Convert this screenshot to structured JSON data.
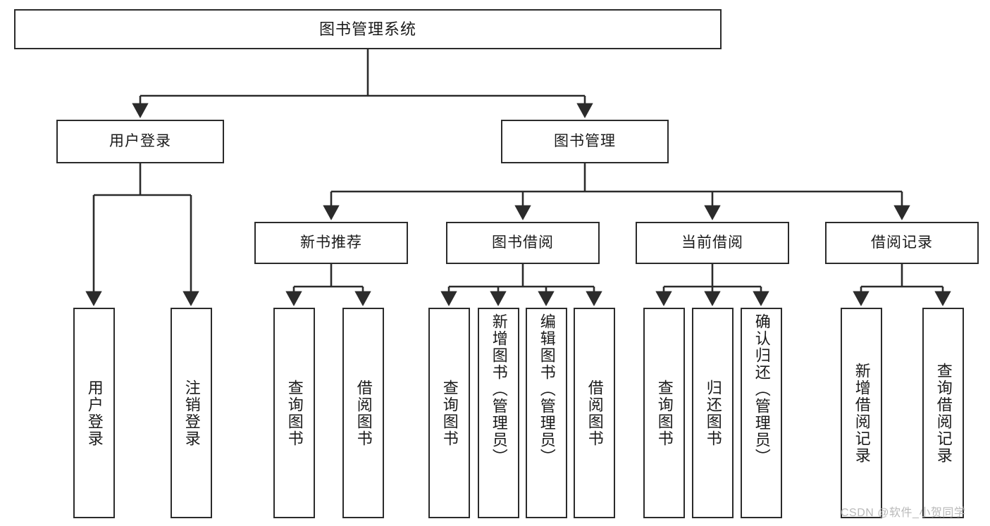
{
  "diagram": {
    "title": "图书管理系统",
    "type": "tree-hierarchy-chart",
    "watermark": "CSDN @软件_小贺同学",
    "stroke_color": "#2b2b2b",
    "background_color": "#ffffff",
    "root": {
      "label": "图书管理系统"
    },
    "level1": [
      {
        "label": "用户登录"
      },
      {
        "label": "图书管理"
      }
    ],
    "level2": [
      {
        "label": "新书推荐"
      },
      {
        "label": "图书借阅"
      },
      {
        "label": "当前借阅"
      },
      {
        "label": "借阅记录"
      }
    ],
    "leaves": {
      "user_login": [
        {
          "label": "用户登录"
        },
        {
          "label": "注销登录"
        }
      ],
      "new_book_recommend": [
        {
          "label": "查询图书"
        },
        {
          "label": "借阅图书"
        }
      ],
      "book_borrow": [
        {
          "label": "查询图书"
        },
        {
          "label": "新增图书（管理员）"
        },
        {
          "label": "编辑图书（管理员）"
        },
        {
          "label": "借阅图书"
        }
      ],
      "current_borrow": [
        {
          "label": "查询图书"
        },
        {
          "label": "归还图书"
        },
        {
          "label": "确认归还（管理员）"
        }
      ],
      "borrow_records": [
        {
          "label": "新增借阅记录"
        },
        {
          "label": "查询借阅记录"
        }
      ]
    }
  }
}
